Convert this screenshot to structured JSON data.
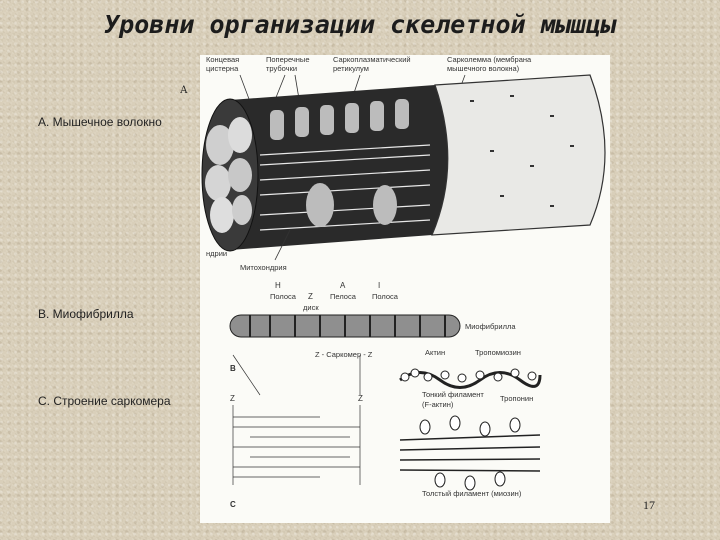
{
  "slide": {
    "title": "Уровни организации скелетной мышцы",
    "page_number": "17"
  },
  "side_labels": {
    "a": "А. Мышечное волокно",
    "b": "В. Миофибрилла",
    "c": "С. Строение саркомера"
  },
  "figure": {
    "panel_a": "А",
    "panel_b": "В",
    "panel_c": "С",
    "top_labels": {
      "terminal_cistern": [
        "Концевая",
        "цистерна"
      ],
      "t_tubules": [
        "Поперечные",
        "трубочки"
      ],
      "sr": [
        "Саркоплазматический",
        "ретикулум"
      ],
      "sarcolemma": [
        "Сарколемма (мембрана",
        "мышечного волокна)"
      ]
    },
    "mito_short": "ндрии",
    "mitochondria": "Митохондрия",
    "band_h": "H",
    "band_h_sub": "Полоса",
    "band_z": "Z",
    "band_disk": "диск",
    "band_a": "A",
    "band_a_sub": "Пелоса",
    "band_i": "I",
    "band_i_sub": "Полоса",
    "myofibril": "Миофибрилла",
    "sarcomere": "Z -  Саркомер - Z",
    "actin": "Актин",
    "tropomyosin": "Тропомиозин",
    "thin_filament": [
      "Тонкий филамент",
      "(F-актин)"
    ],
    "troponin": "Тропонин",
    "z_left": "Z",
    "z_right": "Z",
    "thick_filament": "Толстый филамент (миозин)"
  }
}
